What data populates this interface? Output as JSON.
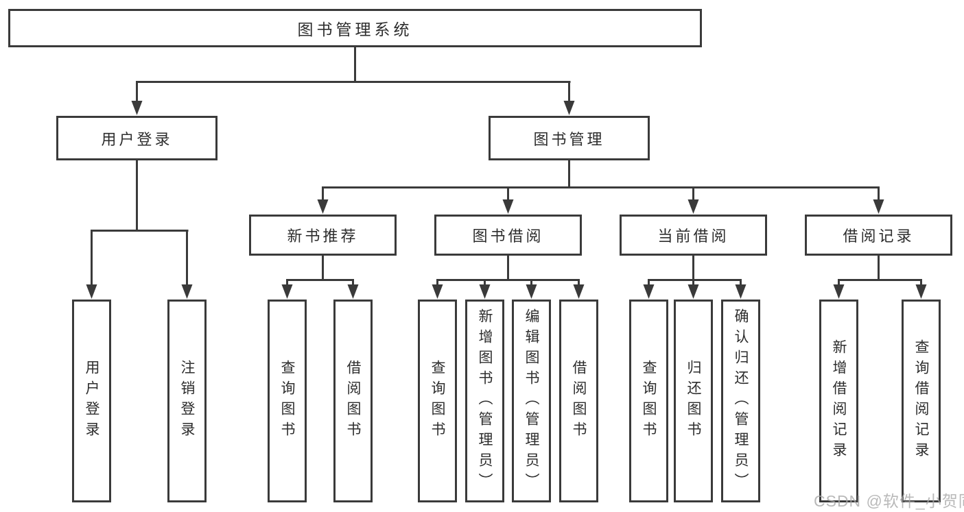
{
  "diagram": {
    "root": {
      "label": "图书管理系统"
    },
    "level2": [
      {
        "label": "用户登录"
      },
      {
        "label": "图书管理"
      }
    ],
    "level3": [
      {
        "label": "新书推荐"
      },
      {
        "label": "图书借阅"
      },
      {
        "label": "当前借阅"
      },
      {
        "label": "借阅记录"
      }
    ],
    "leaves": {
      "user_login": [
        {
          "label": "用户登录"
        },
        {
          "label": "注销登录"
        }
      ],
      "new_book": [
        {
          "label": "查询图书"
        },
        {
          "label": "借阅图书"
        }
      ],
      "borrow": [
        {
          "label": "查询图书"
        },
        {
          "label": "新增图书（管理员）"
        },
        {
          "label": "编辑图书（管理员）"
        },
        {
          "label": "借阅图书"
        }
      ],
      "current": [
        {
          "label": "查询图书"
        },
        {
          "label": "归还图书"
        },
        {
          "label": "确认归还（管理员）"
        }
      ],
      "records": [
        {
          "label": "新增借阅记录"
        },
        {
          "label": "查询借阅记录"
        }
      ]
    }
  },
  "watermark": {
    "text": "CSDN @软件_小贺同学"
  },
  "colors": {
    "line": "#3a3a3a",
    "text": "#2d2d2d",
    "watermark": "#a8a8a8",
    "background": "#ffffff"
  }
}
